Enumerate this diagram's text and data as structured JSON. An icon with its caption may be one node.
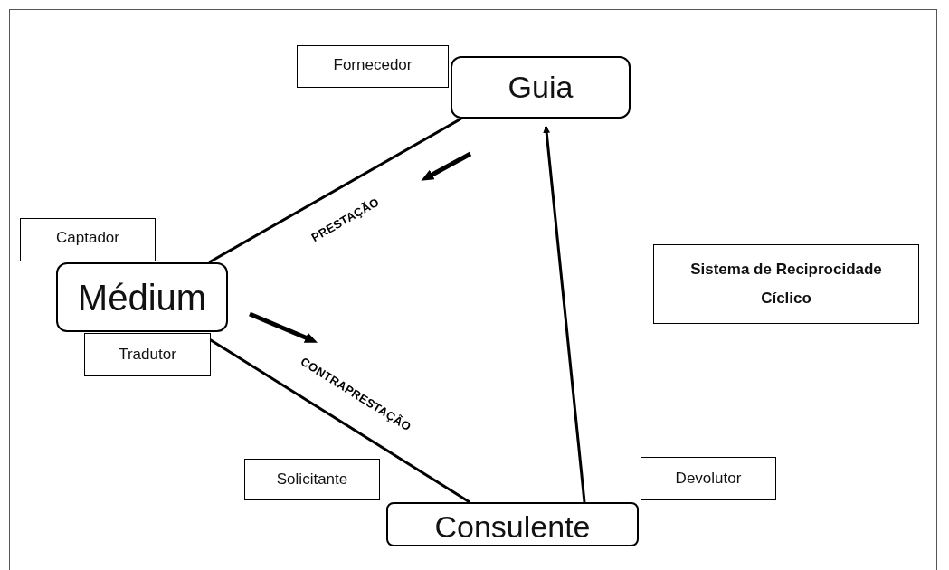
{
  "diagram": {
    "nodes": [
      {
        "text": [
          "Guia"
        ]
      },
      {
        "text": [
          "Fornecedor"
        ]
      },
      {
        "text": [
          "Médium"
        ]
      },
      {
        "text": [
          "Captador"
        ]
      },
      {
        "text": [
          "Tradutor"
        ]
      },
      {
        "text": [
          "Consulente"
        ]
      },
      {
        "text": [
          "Solicitante"
        ]
      },
      {
        "text": [
          "Devolutor"
        ]
      },
      {
        "text": [
          "Sistema de Reciprocidade Cíclico"
        ]
      }
    ],
    "edges": [
      {
        "from": 0,
        "to": 2,
        "arrow": "none",
        "label": "PRESTAÇÃO"
      },
      {
        "from": 2,
        "to": 5,
        "arrow": "none",
        "label": "CONTRAPRESTAÇÃO"
      },
      {
        "from": 5,
        "to": 0,
        "arrow": "to"
      }
    ]
  }
}
